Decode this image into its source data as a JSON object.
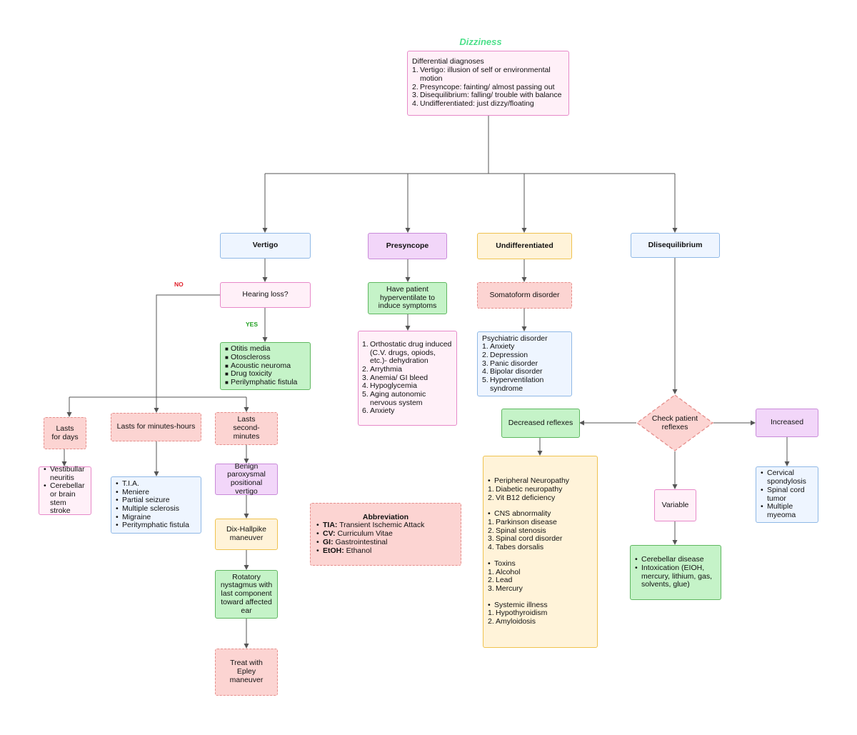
{
  "title": "Dizziness",
  "diff_box": {
    "heading": "Differential diagnoses",
    "items": [
      {
        "num": "1.",
        "text": "Vertigo: illusion of self or environmental motion"
      },
      {
        "num": "2.",
        "text": "Presyncope: fainting/ almost passing out"
      },
      {
        "num": "3.",
        "text": "Disequilibrium: falling/ trouble with balance"
      },
      {
        "num": "4.",
        "text": "Undifferentiated: just dizzy/floating"
      }
    ]
  },
  "categories": {
    "vertigo": "Vertigo",
    "presyncope": "Presyncope",
    "undifferentiated": "Undifferentiated",
    "disequilibrium": "Dlisequilibrium"
  },
  "labels": {
    "no": "NO",
    "yes": "YES"
  },
  "vertigo": {
    "hearing_loss": "Hearing loss?",
    "yes_list": [
      "Otitis media",
      "Otoscleross",
      "Acoustic neuroma",
      "Drug toxicity",
      "Perilymphatic fistula"
    ],
    "lasts_days": "Lasts for days",
    "lasts_min_hours": "Lasts for minutes-hours",
    "lasts_sec_min": "Lasts second-minutes",
    "days_list": [
      "Vestibullar neuritis",
      "Cerebellar or brain stem stroke"
    ],
    "minhours_list": [
      "T.I.A.",
      "Meniere",
      "Partial seizure",
      "Multiple sclerosis",
      "Migraine",
      "Peritymphatic fistula"
    ],
    "bppv": "Benign paroxysmal positional vertigo",
    "dix": "Dix-Hallpike maneuver",
    "rotatory": "Rotatory nystagmus with last component toward affected ear",
    "epley": "Treat with Epley maneuver"
  },
  "presyncope": {
    "hyperventilate": "Have patient hyperventilate to induce symptoms",
    "list": [
      {
        "num": "1.",
        "text": "Orthostatic drug induced (C.V. drugs, opiods, etc.)- dehydration"
      },
      {
        "num": "2.",
        "text": "Arrythmia"
      },
      {
        "num": "3.",
        "text": "Anemia/ GI bleed"
      },
      {
        "num": "4.",
        "text": "Hypoglycemia"
      },
      {
        "num": "5.",
        "text": "Aging autonomic nervous system"
      },
      {
        "num": "6.",
        "text": "Anxiety"
      }
    ]
  },
  "undiff": {
    "somatoform": "Somatoform disorder",
    "psych_heading": "Psychiatric disorder",
    "psych_list": [
      {
        "num": "1.",
        "text": "Anxiety"
      },
      {
        "num": "2.",
        "text": "Depression"
      },
      {
        "num": "3.",
        "text": "Panic disorder"
      },
      {
        "num": "4.",
        "text": "Bipolar disorder"
      },
      {
        "num": "5.",
        "text": "Hyperventilation syndrome"
      }
    ]
  },
  "diseq": {
    "check": "Check patient reflexes",
    "decreased": "Decreased reflexes",
    "increased": "Increased",
    "variable": "Variable",
    "decreased_groups": [
      {
        "heading": "Peripheral Neuropathy",
        "items": [
          {
            "num": "1.",
            "text": "Diabetic neuropathy"
          },
          {
            "num": "2.",
            "text": "Vit B12 deficiency"
          }
        ]
      },
      {
        "heading": "CNS abnormality",
        "items": [
          {
            "num": "1.",
            "text": "Parkinson disease"
          },
          {
            "num": "2.",
            "text": "Spinal stenosis"
          },
          {
            "num": "3.",
            "text": "Spinal cord disorder"
          },
          {
            "num": "4.",
            "text": "Tabes dorsalis"
          }
        ]
      },
      {
        "heading": "Toxins",
        "items": [
          {
            "num": "1.",
            "text": "Alcohol"
          },
          {
            "num": "2.",
            "text": "Lead"
          },
          {
            "num": "3.",
            "text": "Mercury"
          }
        ]
      },
      {
        "heading": "Systemic illness",
        "items": [
          {
            "num": "1.",
            "text": "Hypothyroidism"
          },
          {
            "num": "2.",
            "text": "Amyloidosis"
          }
        ]
      }
    ],
    "increased_list": [
      "Cervical spondylosis",
      "Spinal cord tumor",
      "Multiple myeoma"
    ],
    "variable_list": [
      "Cerebellar disease",
      "Intoxication (EIOH, mercury, lithium, gas, solvents, glue)"
    ]
  },
  "abbrev": {
    "heading": "Abbreviation",
    "items": [
      {
        "abbr": "TIA:",
        "full": "Transient Ischemic Attack"
      },
      {
        "abbr": "CV:",
        "full": "Curriculum Vitae"
      },
      {
        "abbr": "GI:",
        "full": "Gastrointestinal"
      },
      {
        "abbr": "EtOH:",
        "full": "Ethanol"
      }
    ]
  },
  "colors": {
    "title": "#4ce08a",
    "line": "#555555",
    "pink": "#fff0f8",
    "blue": "#eef5ff",
    "purple": "#f2d6f9",
    "yellow": "#fff3d9",
    "green": "#c5f3c8",
    "red": "#fcd4d2"
  }
}
